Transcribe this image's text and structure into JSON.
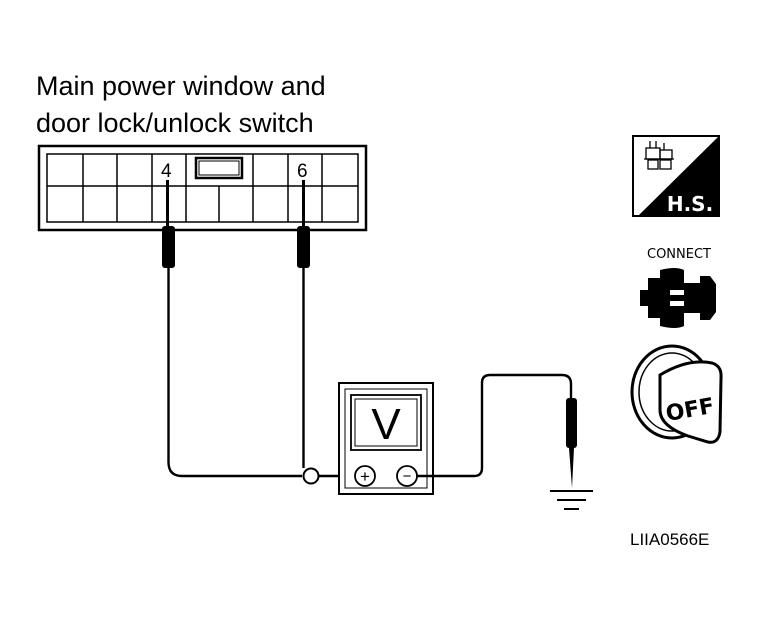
{
  "title": {
    "line1": "Main power window and",
    "line2": "door lock/unlock switch"
  },
  "connector": {
    "pin_left": "4",
    "pin_right": "6"
  },
  "meter": {
    "label": "V",
    "positive": "+",
    "negative": "−"
  },
  "icons": {
    "harness_side": "H.S.",
    "connect_label": "CONNECT",
    "ignition": "OFF"
  },
  "figure_code": "LIIA0566E"
}
